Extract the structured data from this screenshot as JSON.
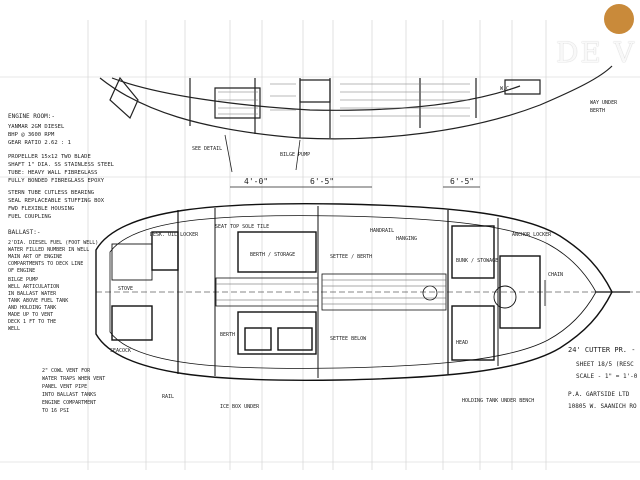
{
  "brand": {
    "logo_text": "DE V",
    "accent": "#c98a3a"
  },
  "profile_notes": {
    "title": "ENGINE ROOM:-",
    "lines": [
      "YANMAR 2GM DIESEL",
      "BHP @ 3600 RPM",
      "GEAR RATIO 2.62 : 1"
    ],
    "propeller": [
      "PROPELLER 15x12 TWO BLADE",
      "SHAFT 1\" DIA. SS STAINLESS STEEL",
      "TUBE: HEAVY WALL FIBREGLASS",
      "FULLY BONDED FIBREGLASS EPOXY"
    ],
    "stern": [
      "STERN TUBE CUTLESS BEARING",
      "SEAL REPLACEABLE STUFFING BOX",
      "FWD FLEXIBLE HOUSING",
      "FUEL COUPLING"
    ]
  },
  "ballast_notes": {
    "title": "BALLAST:-",
    "lines": [
      "2'DIA. DIESEL FUEL (FOOT WELL)",
      "WATER FILLED NUMBER IN WELL",
      "MAIN ART OF ENGINE",
      "COMPARTMENTS TO DECK LINE",
      "OF ENGINE",
      "BILGE PUMP",
      "WELL ARTICULATION",
      "IN BALLAST WATER",
      "TANK ABOVE FUEL TANK",
      "AND HOLDING TANK",
      "MADE UP TO VENT",
      "DECK 1 FT TO THE",
      "WELL"
    ]
  },
  "vent_notes": [
    "2\" COWL VENT FOR",
    "WATER TRAPS WHEN VENT",
    "PANEL VENT PIPE",
    "INTO BALLAST TANKS",
    "ENGINE COMPARTMENT",
    "TO 16 PSI"
  ],
  "labels": {
    "side_locker": "SEE DETAIL",
    "bilge_pump": "BILGE PUMP",
    "seat_top": "SEAT TOP SOLE TILE",
    "desk": "DESK. OIL LOCKER",
    "berth_top": "BERTH / STORAGE",
    "stove": "STOVE",
    "settee_top": "SETTEE / BERTH",
    "berth_low": "BERTH",
    "settee_low": "SETTEE BELOW",
    "rail": "RAIL",
    "ice_box": "ICE BOX UNDER",
    "seacock": "SEACOCK",
    "holding_tank": "HOLDING TANK UNDER BENCH",
    "anchor_locker": "ANCHOR LOCKER",
    "handrail": "HANDRAIL",
    "bunk_upper": "BUNK / STOWAGE",
    "chain": "CHAIN",
    "head": "HEAD",
    "wc": "W.C.",
    "hanging": "HANGING",
    "prof_left": "WAY UNDER",
    "prof_right": "BERTH"
  },
  "dimensions": [
    "4'-0\"",
    "6'-5\"",
    "6'-5\""
  ],
  "title_block": {
    "lines": [
      "24' CUTTER PR. - ",
      "SHEET 18/5 (RESC",
      "SCALE - 1\" = 1'-0",
      "P.A. GARTSIDE LTD",
      "10805 W. SAANICH RO"
    ]
  }
}
